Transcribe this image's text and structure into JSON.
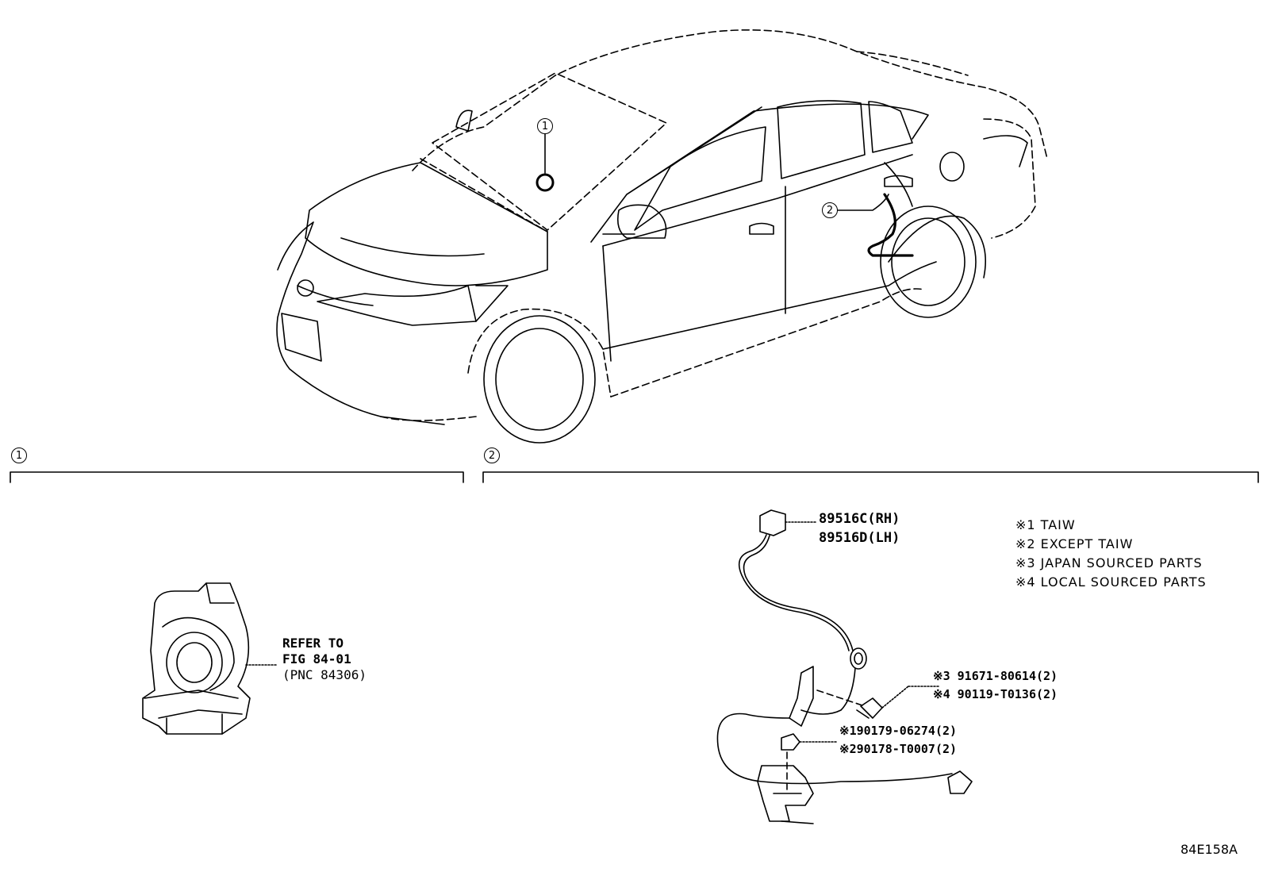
{
  "callouts": {
    "one": "1",
    "two": "2"
  },
  "section1": {
    "number": "1",
    "refer_line1": "REFER TO",
    "refer_line2": "FIG 84-01",
    "refer_line3": "(PNC 84306)"
  },
  "section2": {
    "number": "2",
    "part_rh": "89516C(RH)",
    "part_lh": "89516D(LH)",
    "notes": [
      "※1 TAIW",
      "※2 EXCEPT TAIW",
      "※3 JAPAN SOURCED PARTS",
      "※4 LOCAL SOURCED PARTS"
    ],
    "bolt_japan": "※3 91671-80614(2)",
    "bolt_local": "※4 90119-T0136(2)",
    "clip_taiw": "※190179-06274(2)",
    "clip_except": "※290178-T0007(2)"
  },
  "figure_code": "84E158A"
}
